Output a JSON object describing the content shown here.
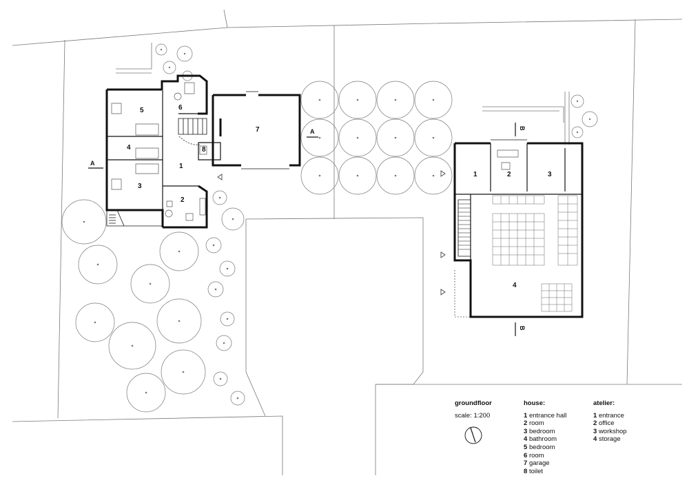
{
  "drawing": {
    "title": "groundfloor",
    "scale": "scale: 1:200"
  },
  "house": {
    "heading": "house:",
    "rooms": [
      {
        "num": "1",
        "name": "entrance hall"
      },
      {
        "num": "2",
        "name": "room"
      },
      {
        "num": "3",
        "name": "bedroom"
      },
      {
        "num": "4",
        "name": "bathroom"
      },
      {
        "num": "5",
        "name": "bedroom"
      },
      {
        "num": "6",
        "name": "room"
      },
      {
        "num": "7",
        "name": "garage"
      },
      {
        "num": "8",
        "name": "toilet"
      }
    ]
  },
  "atelier": {
    "heading": "atelier:",
    "rooms": [
      {
        "num": "1",
        "name": "entrance"
      },
      {
        "num": "2",
        "name": "office"
      },
      {
        "num": "3",
        "name": "workshop"
      },
      {
        "num": "4",
        "name": "storage"
      }
    ]
  },
  "sections": {
    "a": "A",
    "b": "B"
  }
}
